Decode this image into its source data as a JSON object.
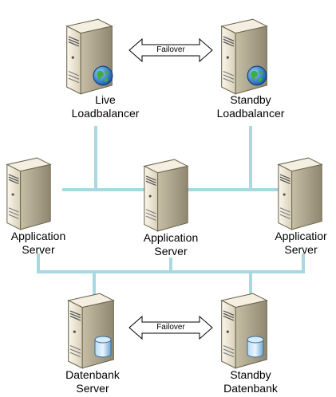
{
  "colors": {
    "connector": "#a8d8e0",
    "server_face": "#e9e2cf",
    "server_side": "#b9b09a",
    "server_top": "#f5efde",
    "globe": "#2a7fd4",
    "database": "#7fb3d8"
  },
  "icons": {
    "server": "server-tower-icon",
    "globe_badge": "globe-icon",
    "database_badge": "database-icon"
  },
  "failover": {
    "top_label": "Failover",
    "bottom_label": "Failover"
  },
  "nodes": {
    "live_lb": {
      "line1": "Live",
      "line2": "Loadbalancer"
    },
    "standby_lb": {
      "line1": "Standby",
      "line2": "Loadbalancer"
    },
    "app_left": {
      "line1": "Application",
      "line2": "Server"
    },
    "app_center": {
      "line1": "Application",
      "line2": "Server"
    },
    "app_right": {
      "line1": "Applicatior",
      "line2": "Server"
    },
    "db_server": {
      "line1": "Datenbank",
      "line2": "Server"
    },
    "db_standby": {
      "line1": "Standby",
      "line2": "Datenbank"
    }
  }
}
